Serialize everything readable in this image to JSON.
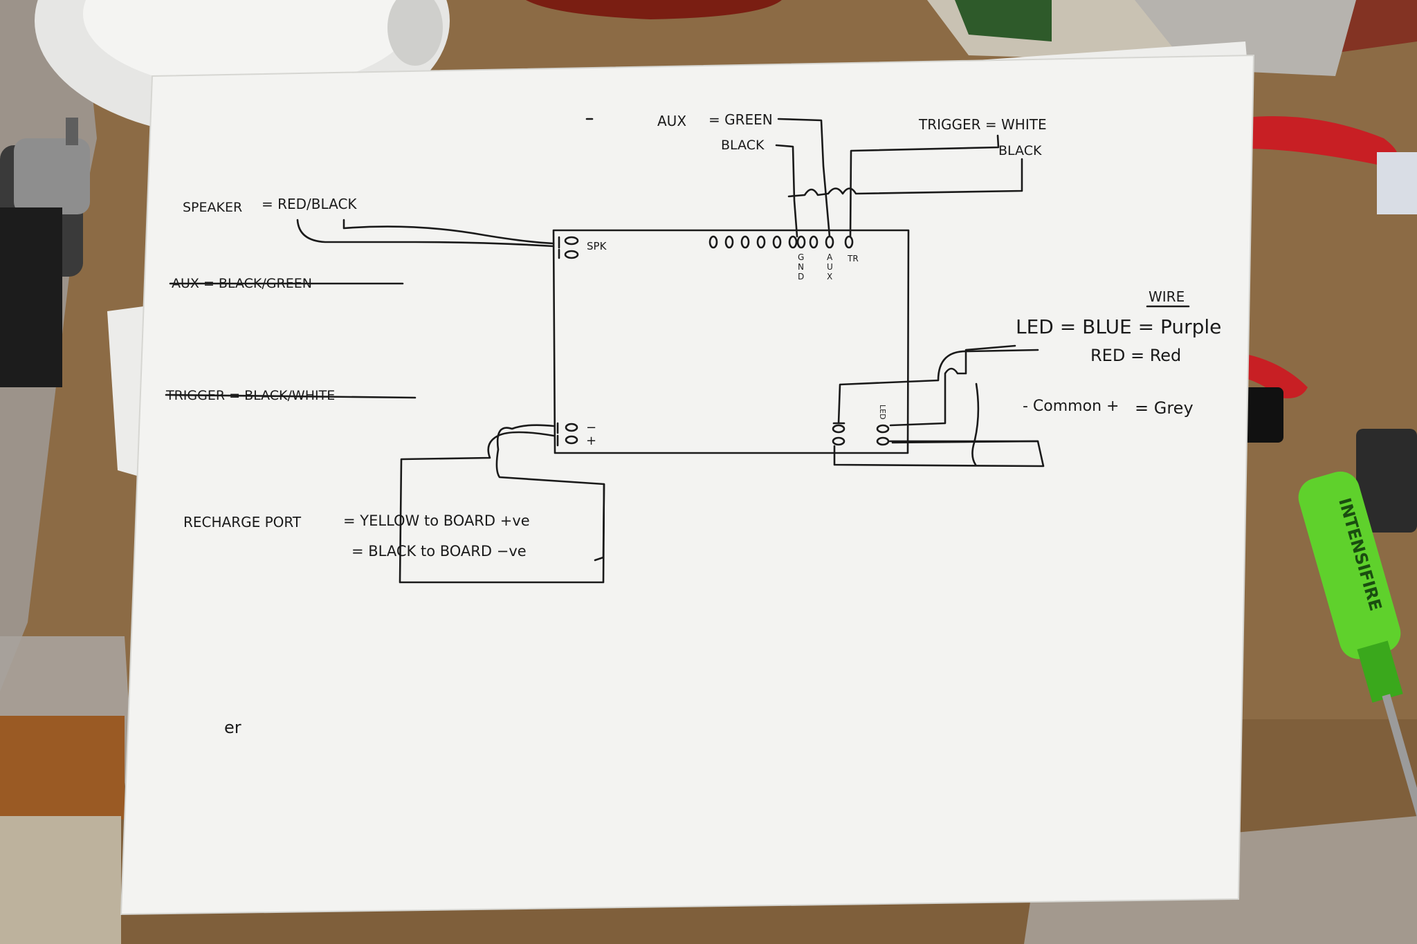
{
  "diagram": {
    "aux_label": "AUX",
    "aux_green": "= GREEN",
    "aux_black": "BLACK",
    "trigger_label": "TRIGGER = WHITE",
    "trigger_black": "BLACK",
    "speaker_label": "SPEAKER",
    "speaker_wires": "= RED/BLACK",
    "struck_aux": "AUX = BLACK/GREEN",
    "struck_trigger": "TRIGGER = BLACK/WHITE",
    "spk_pin": "SPK",
    "minus_pin": "−",
    "plus_pin": "+",
    "gnd_pin": [
      "G",
      "N",
      "D"
    ],
    "aux_pin": [
      "A",
      "U",
      "X"
    ],
    "tr_pin": "TR",
    "led_pin": "LED",
    "wire_heading": "WIRE",
    "led_line": "LED = BLUE = Purple",
    "red_line": "RED = Red",
    "common_line": "- Common +",
    "grey_line": "= Grey",
    "recharge_label": "RECHARGE PORT",
    "yellow_line": "= YELLOW to BOARD +ve",
    "black_line": "= BLACK to BOARD −ve",
    "initials": "er"
  },
  "screwdriver": {
    "brand": "INTENSIFIRE"
  }
}
